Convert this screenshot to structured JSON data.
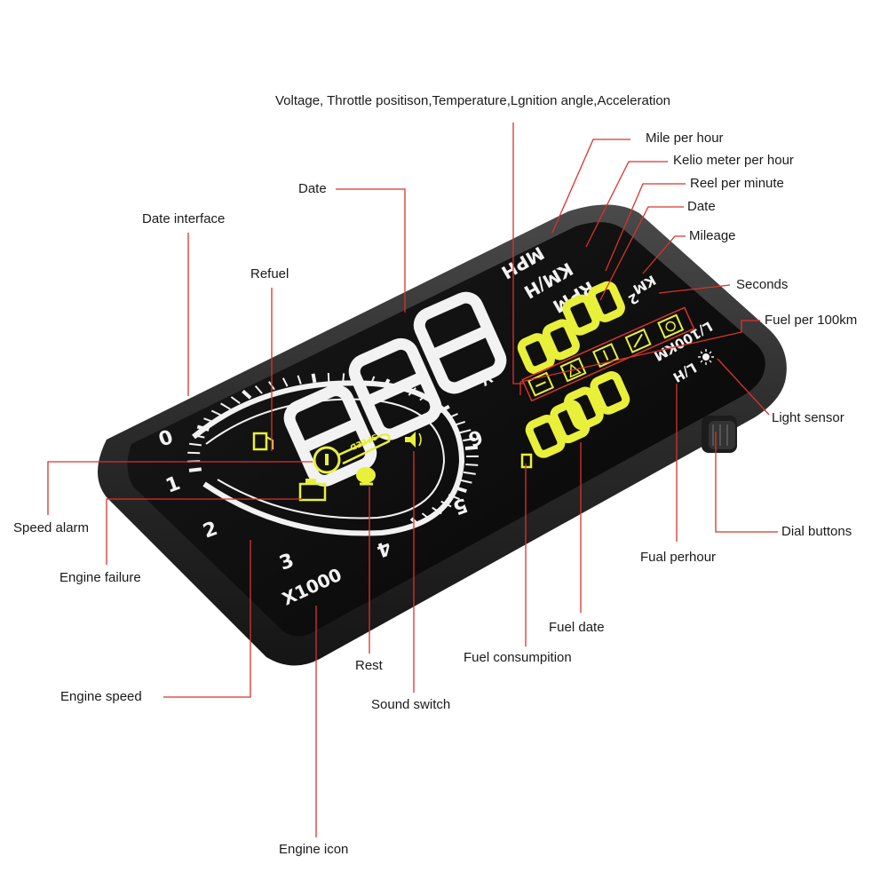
{
  "colors": {
    "callout_line": "#d9332b",
    "display_white": "#f2f2f2",
    "display_yellow": "#e9f03a",
    "bezel": "#2b2b2b",
    "screen": "#0b0b0b"
  },
  "device": {
    "gauge_numbers": [
      "0",
      "1",
      "2",
      "3",
      "4",
      "5",
      "6"
    ],
    "rpm_multiplier": "X1000",
    "units": {
      "mph": "MPH",
      "kmh": "KM/H",
      "rpm": "RPM",
      "km": "KM",
      "l_per_100km": "L/100KM",
      "l_per_h": "L/H"
    },
    "digit_small_2": "2",
    "digit_v": "V",
    "speed_badge": "SPEED",
    "icons": [
      "fuel-pump-icon",
      "info-speed-icon",
      "sound-icon",
      "engine-icon",
      "rest-icon",
      "battery-icon",
      "warning-icon",
      "thermometer-icon",
      "sun-icon"
    ]
  },
  "labels": {
    "voltage_etc": "Voltage, Throttle positison,Temperature,Lgnition angle,Acceleration",
    "mile_per_hour": "Mile per hour",
    "kelio_meter": "Kelio meter per hour",
    "reel_per_minute": "Reel per minute",
    "date_right": "Date",
    "mileage": "Mileage",
    "seconds": "Seconds",
    "fuel_per_100km": "Fuel per 100km",
    "light_sensor": "Light sensor",
    "dial_buttons": "Dial buttons",
    "fual_perhour": "Fual perhour",
    "fuel_date": "Fuel date",
    "fuel_consumption": "Fuel consumpition",
    "sound_switch": "Sound switch",
    "rest": "Rest",
    "engine_icon": "Engine icon",
    "engine_speed": "Engine speed",
    "engine_failure": "Engine failure",
    "speed_alarm": "Speed alarm",
    "refuel": "Refuel",
    "date_top": "Date",
    "date_interface": "Date interface"
  }
}
